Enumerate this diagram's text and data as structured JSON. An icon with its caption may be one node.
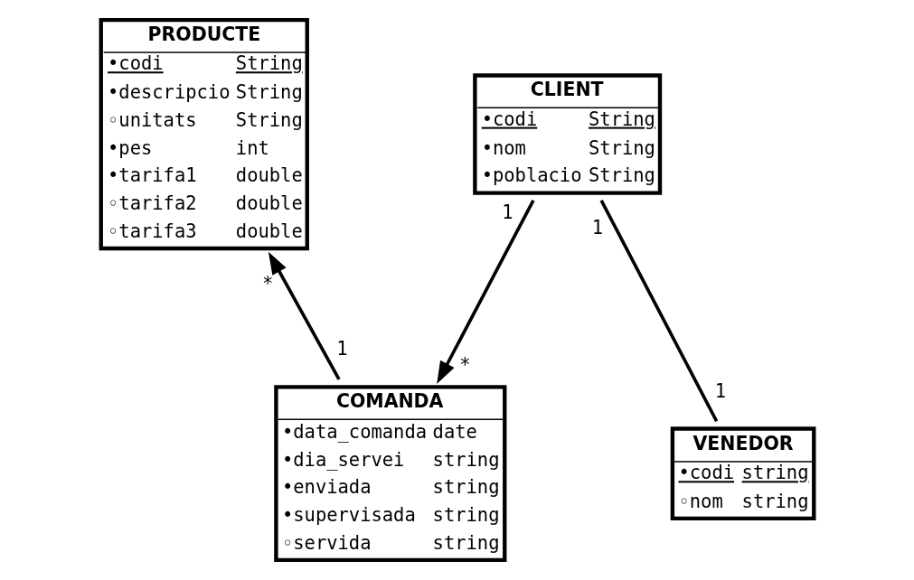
{
  "diagram": {
    "nodes": [
      {
        "text": [
          "PRODUCTE",
          "•codi",
          "String",
          "•descripcio",
          "String",
          "◦unitats",
          "String",
          "•pes",
          "int",
          "•tarifa1",
          "double",
          "◦tarifa2",
          "double",
          "◦tarifa3",
          "double"
        ]
      },
      {
        "text": [
          "CLIENT",
          "•codi",
          "String",
          "•nom",
          "String",
          "•poblacio",
          "String"
        ]
      },
      {
        "text": [
          "VENEDOR",
          "•codi",
          "string",
          "◦nom",
          "string"
        ]
      },
      {
        "text": [
          "COMANDA",
          "•data_comanda",
          "date",
          "•dia_servei",
          "string",
          "•enviada",
          "string",
          "•supervisada",
          "string",
          "◦servida",
          "string"
        ]
      }
    ],
    "edges": [
      {
        "from": 1,
        "to": 2,
        "arrow": "none"
      },
      {
        "from": 1,
        "to": 3,
        "arrow": "to"
      },
      {
        "from": 3,
        "to": 0,
        "arrow": "to"
      }
    ],
    "labels": [
      "1",
      "1",
      "1",
      "*",
      "1",
      "*"
    ]
  }
}
